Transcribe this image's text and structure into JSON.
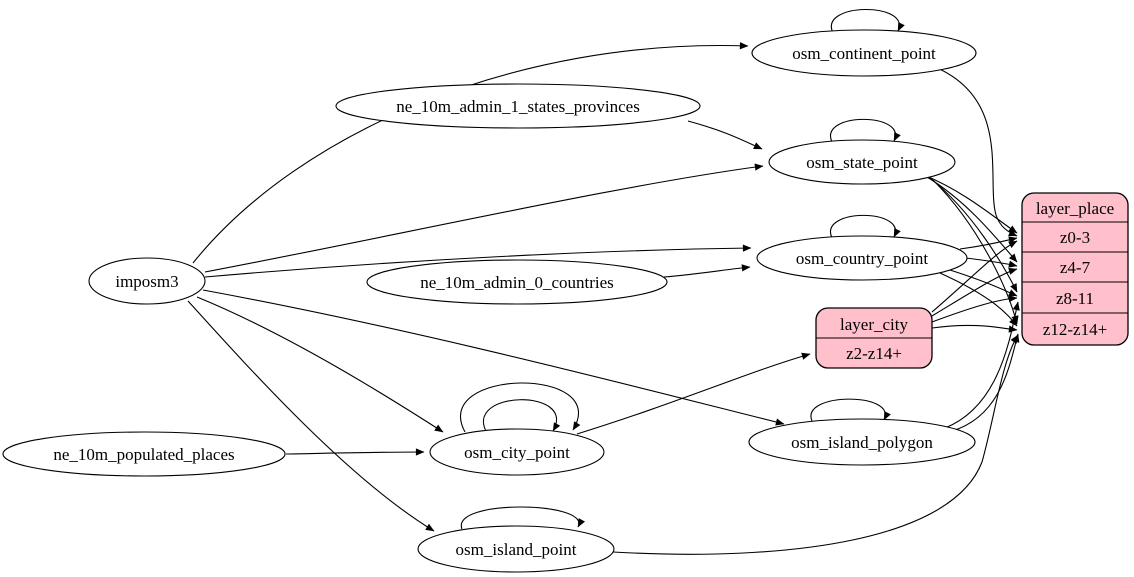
{
  "diagram": {
    "type": "graphviz-etl-dependency-graph",
    "colors": {
      "background": "#ffffff",
      "ellipse_fill": "#ffffff",
      "record_fill": "#ffc0cb",
      "stroke": "#000000"
    },
    "nodes": {
      "imposm3": {
        "label": "imposm3",
        "shape": "ellipse"
      },
      "ne_10m_admin_1_states_provinces": {
        "label": "ne_10m_admin_1_states_provinces",
        "shape": "ellipse"
      },
      "ne_10m_admin_0_countries": {
        "label": "ne_10m_admin_0_countries",
        "shape": "ellipse"
      },
      "ne_10m_populated_places": {
        "label": "ne_10m_populated_places",
        "shape": "ellipse"
      },
      "osm_continent_point": {
        "label": "osm_continent_point",
        "shape": "ellipse"
      },
      "osm_state_point": {
        "label": "osm_state_point",
        "shape": "ellipse"
      },
      "osm_country_point": {
        "label": "osm_country_point",
        "shape": "ellipse"
      },
      "osm_city_point": {
        "label": "osm_city_point",
        "shape": "ellipse"
      },
      "osm_island_polygon": {
        "label": "osm_island_polygon",
        "shape": "ellipse"
      },
      "osm_island_point": {
        "label": "osm_island_point",
        "shape": "ellipse"
      }
    },
    "records": {
      "layer_city": {
        "title": "layer_city",
        "rows": [
          "z2-z14+"
        ]
      },
      "layer_place": {
        "title": "layer_place",
        "rows": [
          "z0-3",
          "z4-7",
          "z8-11",
          "z12-z14+"
        ]
      }
    },
    "edges": [
      {
        "from": "imposm3",
        "to": "osm_continent_point"
      },
      {
        "from": "imposm3",
        "to": "osm_state_point"
      },
      {
        "from": "imposm3",
        "to": "osm_country_point"
      },
      {
        "from": "imposm3",
        "to": "osm_city_point"
      },
      {
        "from": "imposm3",
        "to": "osm_island_polygon"
      },
      {
        "from": "imposm3",
        "to": "osm_island_point"
      },
      {
        "from": "ne_10m_admin_1_states_provinces",
        "to": "osm_state_point"
      },
      {
        "from": "ne_10m_admin_0_countries",
        "to": "osm_country_point"
      },
      {
        "from": "ne_10m_populated_places",
        "to": "osm_city_point"
      },
      {
        "from": "osm_continent_point",
        "to": "osm_continent_point",
        "self_loop": true
      },
      {
        "from": "osm_state_point",
        "to": "osm_state_point",
        "self_loop": true
      },
      {
        "from": "osm_country_point",
        "to": "osm_country_point",
        "self_loop": true
      },
      {
        "from": "osm_city_point",
        "to": "osm_city_point",
        "self_loop": true
      },
      {
        "from": "osm_city_point",
        "to": "osm_city_point",
        "self_loop": true
      },
      {
        "from": "osm_island_polygon",
        "to": "osm_island_polygon",
        "self_loop": true
      },
      {
        "from": "osm_island_point",
        "to": "osm_island_point",
        "self_loop": true
      },
      {
        "from": "osm_continent_point",
        "to": "layer_place",
        "port": "z0-3"
      },
      {
        "from": "osm_state_point",
        "to": "layer_place",
        "port": "z0-3"
      },
      {
        "from": "osm_state_point",
        "to": "layer_place",
        "port": "z4-7"
      },
      {
        "from": "osm_state_point",
        "to": "layer_place",
        "port": "z8-11"
      },
      {
        "from": "osm_state_point",
        "to": "layer_place",
        "port": "z12-z14+"
      },
      {
        "from": "osm_country_point",
        "to": "layer_place",
        "port": "z0-3"
      },
      {
        "from": "osm_country_point",
        "to": "layer_place",
        "port": "z4-7"
      },
      {
        "from": "osm_country_point",
        "to": "layer_place",
        "port": "z8-11"
      },
      {
        "from": "osm_country_point",
        "to": "layer_place",
        "port": "z12-z14+"
      },
      {
        "from": "osm_city_point",
        "to": "layer_city",
        "port": "z2-z14+"
      },
      {
        "from": "layer_city",
        "to": "layer_place",
        "port": "z0-3"
      },
      {
        "from": "layer_city",
        "to": "layer_place",
        "port": "z4-7"
      },
      {
        "from": "layer_city",
        "to": "layer_place",
        "port": "z8-11"
      },
      {
        "from": "layer_city",
        "to": "layer_place",
        "port": "z12-z14+"
      },
      {
        "from": "osm_island_polygon",
        "to": "layer_place",
        "port": "z8-11"
      },
      {
        "from": "osm_island_polygon",
        "to": "layer_place",
        "port": "z12-z14+"
      },
      {
        "from": "osm_island_point",
        "to": "layer_place",
        "port": "z12-z14+"
      }
    ]
  }
}
